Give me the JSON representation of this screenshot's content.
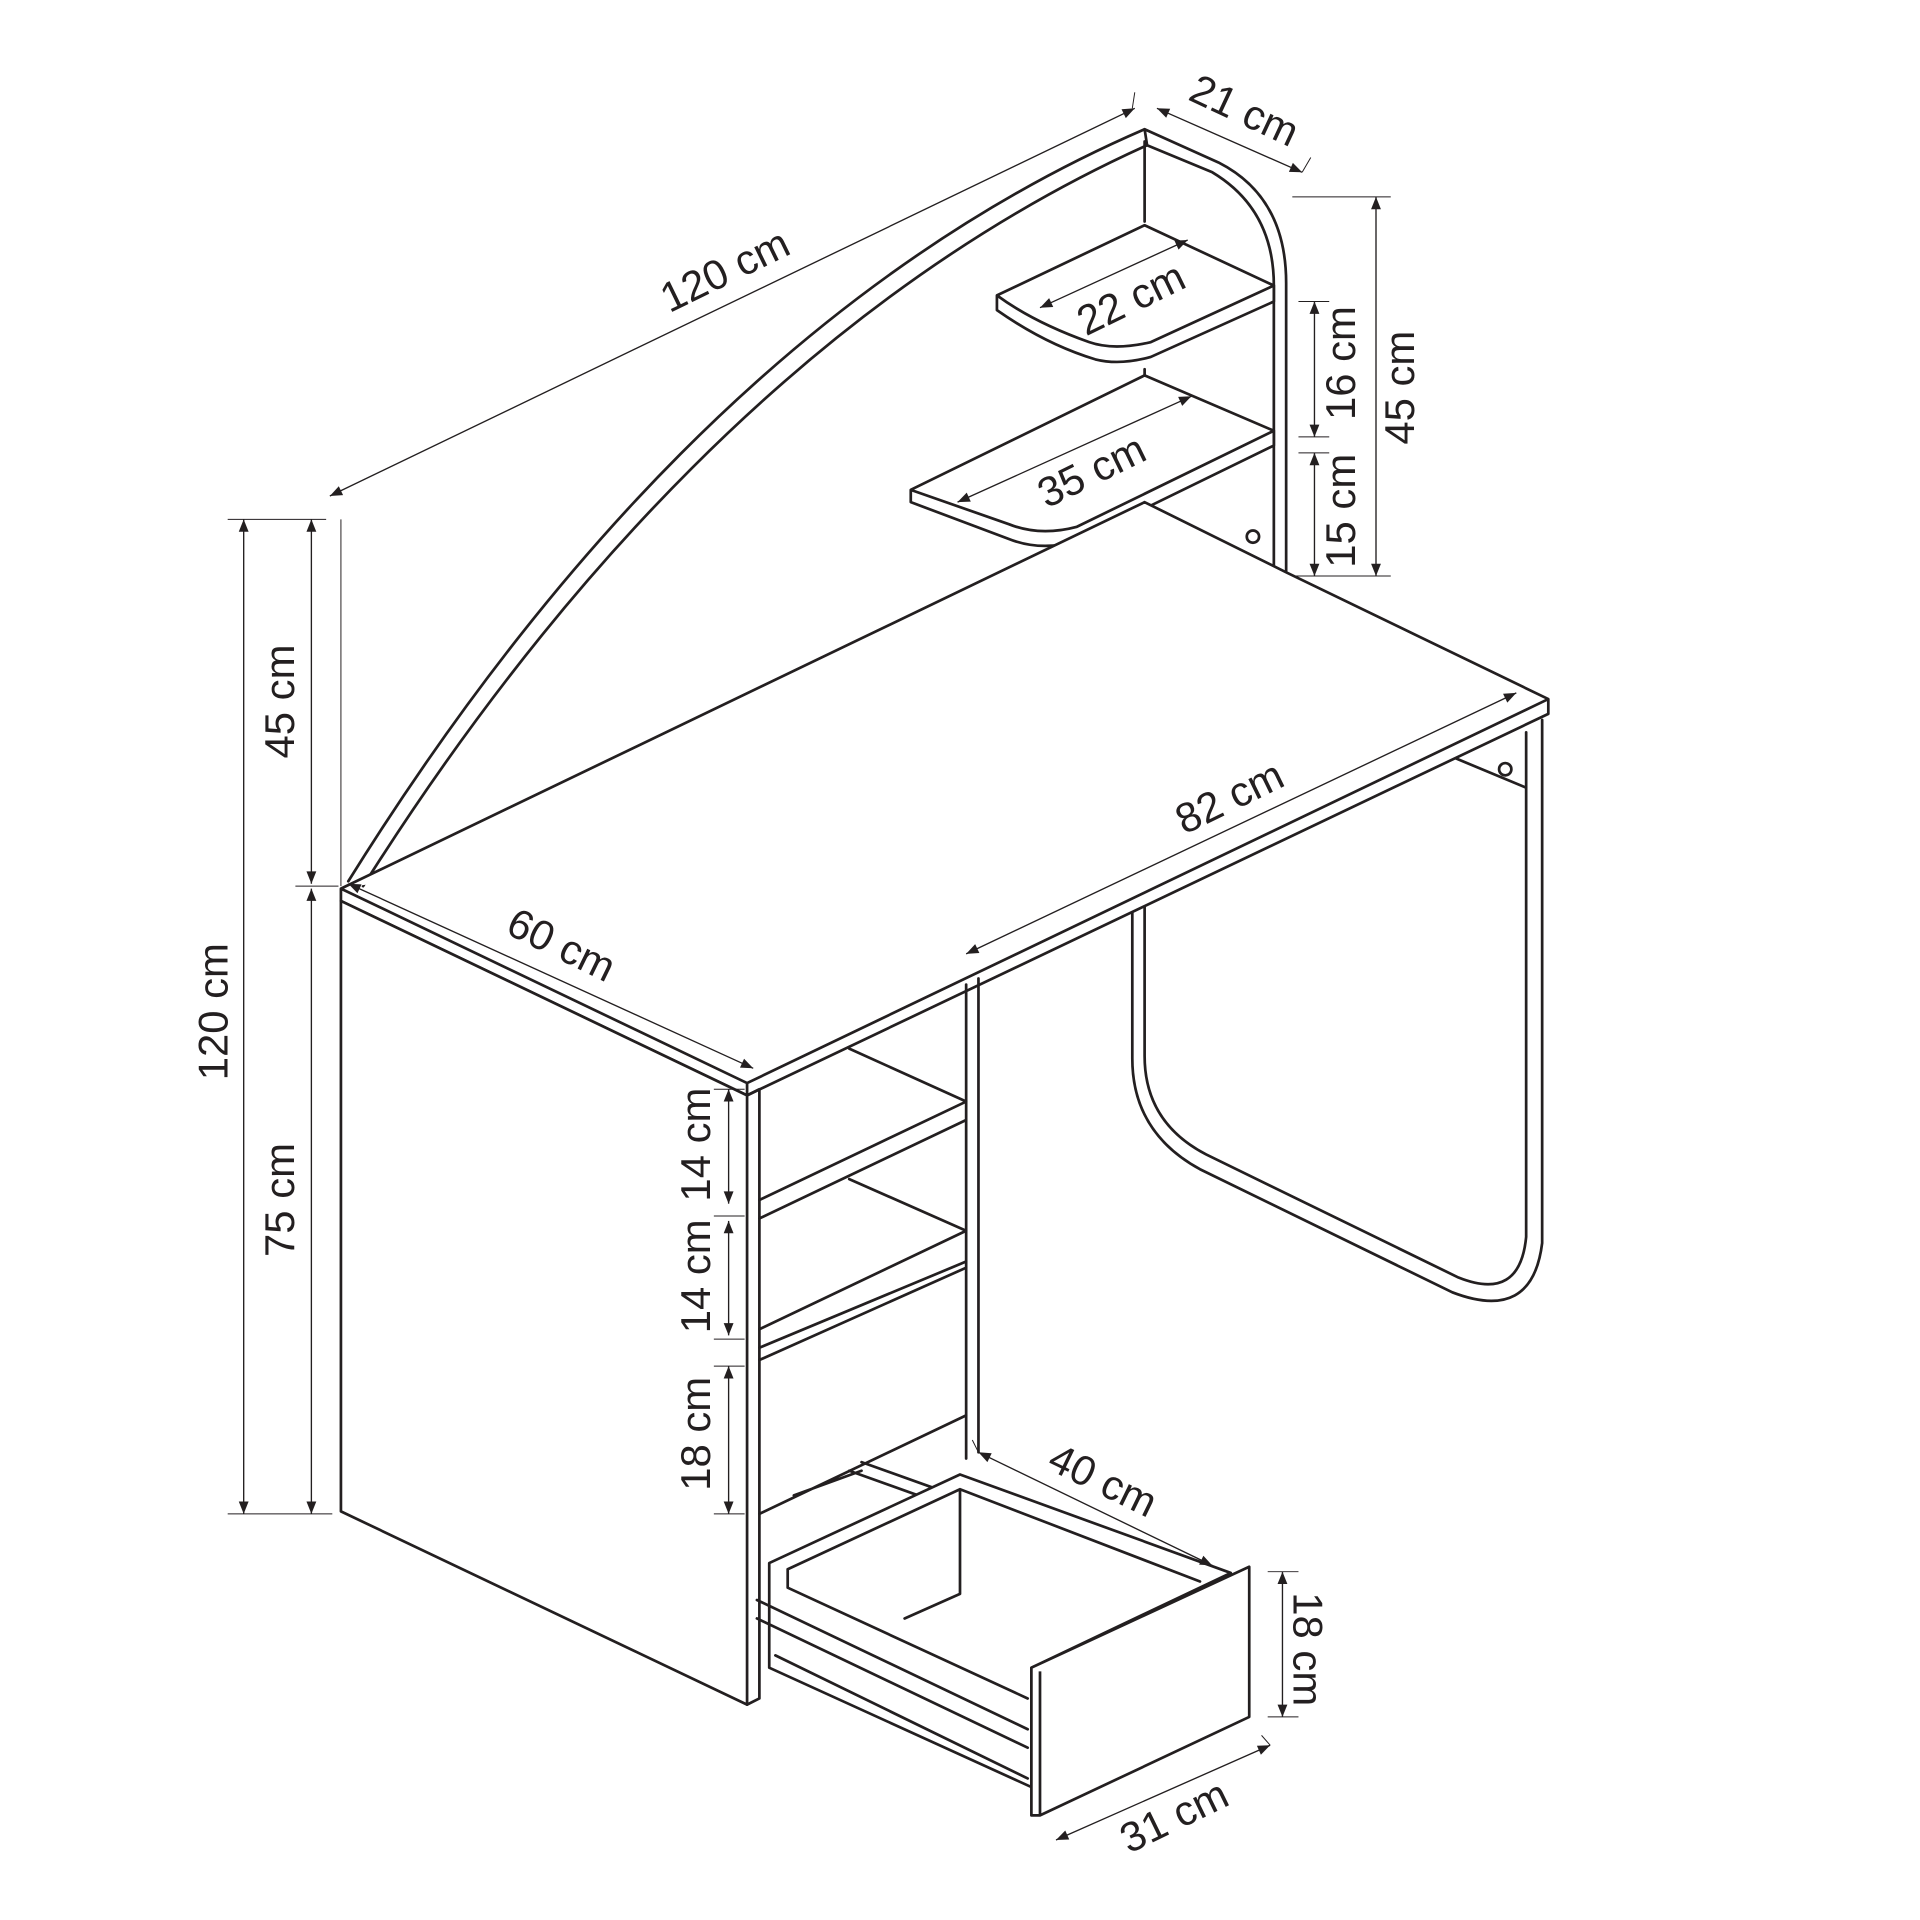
{
  "title": "Desk dimension drawing",
  "color": "#231f20",
  "dimensions": {
    "hutch_width": "120 cm",
    "hutch_depth": "21 cm",
    "upper_shelf_width": "22 cm",
    "lower_shelf_width": "35 cm",
    "upper_shelf_gap": "16 cm",
    "lower_shelf_gap": "15 cm",
    "hutch_height_right": "45 cm",
    "hutch_height_left": "45 cm",
    "total_height": "120 cm",
    "desk_height": "75 cm",
    "desk_depth": "60 cm",
    "legroom_width": "82 cm",
    "cubby_1": "14 cm",
    "cubby_2": "14 cm",
    "drawer_opening": "18 cm",
    "drawer_depth": "40 cm",
    "drawer_height": "18 cm",
    "drawer_width": "31 cm"
  }
}
